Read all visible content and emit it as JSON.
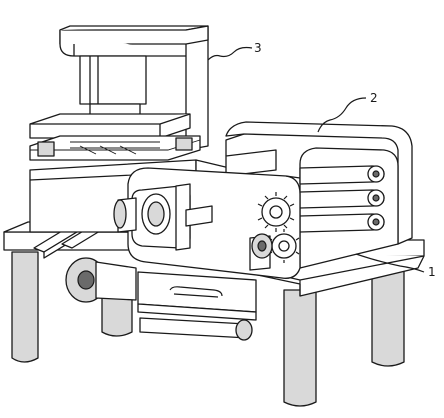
{
  "labels": {
    "one": "1",
    "two": "2",
    "three": "3"
  }
}
